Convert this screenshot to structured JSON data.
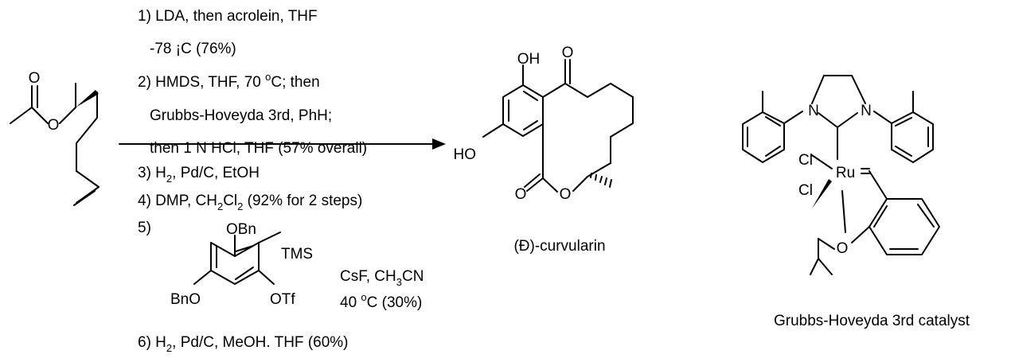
{
  "starting_material": {
    "atoms": {
      "carbonyl_o": "O",
      "ester_o": "O"
    }
  },
  "conditions": {
    "step1_line1": "1) LDA, then acrolein, THF",
    "step1_line2": "-78 ¡C (76%)",
    "step2_line1_pre": "2) HMDS, THF, 70 ",
    "step2_line1_deg": "o",
    "step2_line1_post": "C; then",
    "step2_line2": "Grubbs-Hoveyda 3rd, PhH;",
    "step2_line3": "then 1 N HCl, THF (57% overall)",
    "step3_pre": "3) H",
    "step3_sub": "2",
    "step3_post": ", Pd/C, EtOH",
    "step4_pre": "4) DMP, CH",
    "step4_sub1": "2",
    "step4_mid": "Cl",
    "step4_sub2": "2",
    "step4_post": " (92% for 2 steps)",
    "step5_label": "5)",
    "step5_reagent_pre": "CsF, CH",
    "step5_reagent_sub": "3",
    "step5_reagent_post": "CN",
    "step5_temp_pre": "40 ",
    "step5_temp_deg": "o",
    "step5_temp_post": "C (30%)",
    "step6_pre": "6) H",
    "step6_sub": "2",
    "step6_post": ", Pd/C, MeOH. THF (60%)"
  },
  "aryne_precursor": {
    "atoms": {
      "obn_top": "OBn",
      "tms": "TMS",
      "bno": "BnO",
      "otf": "OTf"
    }
  },
  "product": {
    "caption": "(Ð)-curvularin",
    "atoms": {
      "oh": "OH",
      "ketone_o": "O",
      "ho": "HO",
      "lactone_o": "O",
      "ring_o": "O"
    }
  },
  "catalyst": {
    "caption": "Grubbs-Hoveyda 3rd catalyst",
    "atoms": {
      "n_left": "N",
      "n_right": "N",
      "cl_top": "Cl",
      "cl_bottom": "Cl",
      "ru": "Ru",
      "o": "O"
    }
  }
}
